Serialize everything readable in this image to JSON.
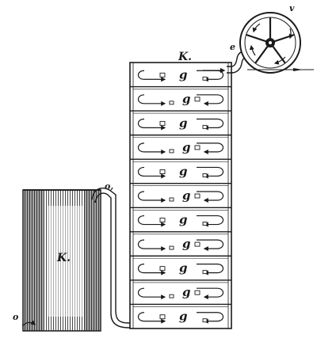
{
  "labels": {
    "tower": "K.",
    "tank": "K.",
    "tank_outlet": "o,",
    "tank_bottom": "o",
    "pipe_outlet": "e",
    "wheel": "v"
  },
  "compartment_label": "g",
  "compartment_count": 11,
  "colors": {
    "ink": "#1a1a1a",
    "paper": "#ffffff"
  }
}
